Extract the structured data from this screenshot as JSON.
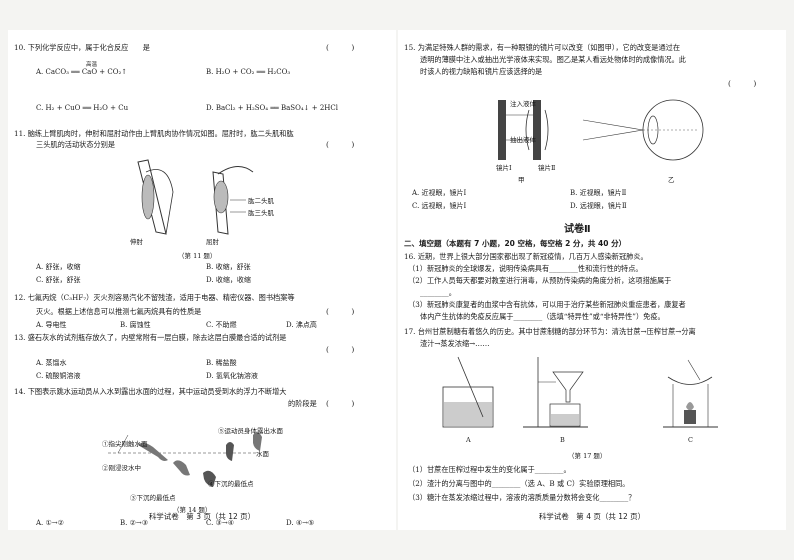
{
  "left": {
    "q10": {
      "text": "10. 下列化学反应中，属于化合反应　　是",
      "paren": "(　　　)",
      "A": "A. CaCO₃ ══ CaO + CO₂↑",
      "A_cond": "高温",
      "B": "B. H₂O + CO₂ ══ H₂CO₃",
      "C": "C. H₂ + CuO ══ H₂O + Cu",
      "D": "D. BaCl₂ + H₂SO₄ ══ BaSO₄↓ + 2HCl"
    },
    "q11": {
      "line1": "11. 脑练上臂肌肉时，伸肘和屈肘动作由上臂肌肉协作情况如图。屈肘时，肱二头肌和肱",
      "line2": "三头肌的活动状态分别是",
      "paren": "(　　　)",
      "fig_l1": "伸肘",
      "fig_l2": "屈肘",
      "fig_r1": "肱二头肌",
      "fig_r2": "肱三头肌",
      "fig_cap": "（第 11 题）",
      "A": "A. 舒张，收缩",
      "B": "B. 收缩，舒张",
      "C": "C. 舒张，舒张",
      "D": "D. 收缩，收缩"
    },
    "q12": {
      "line1": "12. 七氟丙烷（C₃HF₇）灭火剂容易汽化不留残渣，适用于电器、精密仪器、图书档案等",
      "line2": "灭火。根据上述信息可以推测七氟丙烷具有的性质是",
      "paren": "(　　　)",
      "A": "A. 导电性",
      "B": "B. 腐蚀性",
      "C": "C. 不助燃",
      "D": "D. 沸点高"
    },
    "q13": {
      "line1": "13. 盛石灰水的试剂瓶存放久了，内壁常附有一层白膜，除去这层白膜最合适的试剂是",
      "paren": "(　　　)",
      "A": "A. 蒸馏水",
      "B": "B. 稀盐酸",
      "C": "C. 硫酸铜溶液",
      "D": "D. 氢氧化钠溶液"
    },
    "q14": {
      "line1": "14. 下图表示跳水运动员从入水到露出水面的过程，其中运动员受到水的浮力不断增大",
      "line2": "的阶段是",
      "paren": "(　　　)",
      "l1": "①指尖刚触水面",
      "l2": "⑤运动员身体露出水面",
      "l3": "②刚浸没水中",
      "l4": "水面",
      "l5": "③下沉的最低点",
      "l6": "④下沉的最低点",
      "fig_cap": "（第 14 题）",
      "A": "A. ①→②",
      "B": "B. ②→③",
      "C": "C. ③→④",
      "D": "D. ④→⑤"
    },
    "footer": "科学试卷　第 3 页（共 12 页）"
  },
  "right": {
    "q15": {
      "line1": "15. 为满足特殊人群的需求，有一种眼镜的镜片可以改变（如图甲），它的改变是通过在",
      "line2": "透明的薄膜中注入或抽出光学液体来实现。图乙是某人看远处物体时的成像情况。此",
      "line3": "时该人的视力缺陷和镜片应该选择的是",
      "paren": "(　　　)",
      "fig_a": "注入液体",
      "fig_b": "抽出液体",
      "fig_c": "镜片Ⅰ",
      "fig_d": "镜片Ⅱ",
      "fig_jia": "甲",
      "fig_yi": "乙",
      "A": "A. 近视眼，镜片Ⅰ",
      "B": "B. 近视眼，镜片Ⅱ",
      "C": "C. 远视眼，镜片Ⅰ",
      "D": "D. 远视眼，镜片Ⅱ"
    },
    "part2": "试卷Ⅱ",
    "sec2": "二、填空题（本题有 7 小题，20 空格，每空格 2 分，共 40 分）",
    "q16": {
      "line1": "16. 近期，世界上很大部分国家都出现了新冠疫情，几百万人感染新冠肺炎。",
      "s1": "（1）新冠肺炎的全球爆发，说明传染病具有________性和流行性的特点。",
      "s2a": "（2）工作人员每天都要对教室进行消毒，从预防传染病的角度分析，这项措施属于",
      "s2b": "________。",
      "s3a": "（3）新冠肺炎康复者的血浆中含有抗体，可以用于治疗某些新冠肺炎重症患者，康复者",
      "s3b": "体内产生抗体的免疫反应属于________（选填“特异性”或“非特异性”）免疫。"
    },
    "q17": {
      "line1": "17. 台州甘蔗制糖有着悠久的历史。其中甘蔗制糖的部分环节为：清洗甘蔗→压榨甘蔗→分离",
      "line2": "渣汁→蒸发浓缩→……",
      "fa": "A",
      "fb": "B",
      "fc": "C",
      "fig_cap": "（第 17 题）",
      "s1": "（1）甘蔗在压榨过程中发生的变化属于________。",
      "s2": "（2）渣汁的分离与图中的________（选 A、B 或 C）实验原理相同。",
      "s3": "（3）糖汁在蒸发浓缩过程中，溶液的溶质质量分数将会变化________？"
    },
    "footer": "科学试卷　第 4 页（共 12 页）"
  }
}
